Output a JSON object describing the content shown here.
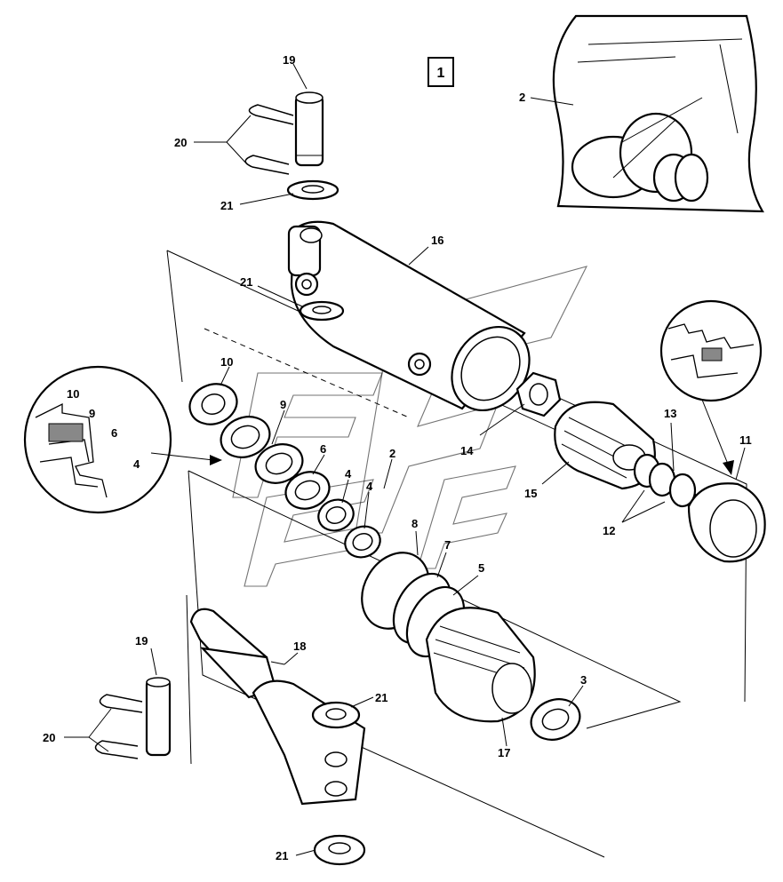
{
  "diagram": {
    "group_label": "1",
    "callouts": {
      "c19a": "19",
      "c20a": "20",
      "c21a": "21",
      "c21b": "21",
      "c16": "16",
      "c2a": "2",
      "c10a": "10",
      "c9a": "9",
      "c6a": "6",
      "c4a": "4",
      "c4b": "4",
      "c2b": "2",
      "c14": "14",
      "c15": "15",
      "c13": "13",
      "c12": "12",
      "c11": "11",
      "c8": "8",
      "c7": "7",
      "c5": "5",
      "c18": "18",
      "c19b": "19",
      "c20b": "20",
      "c21c": "21",
      "c3": "3",
      "c17": "17",
      "c21d": "21",
      "z10": "10",
      "z9": "9",
      "z6": "6",
      "z4": "4"
    }
  }
}
